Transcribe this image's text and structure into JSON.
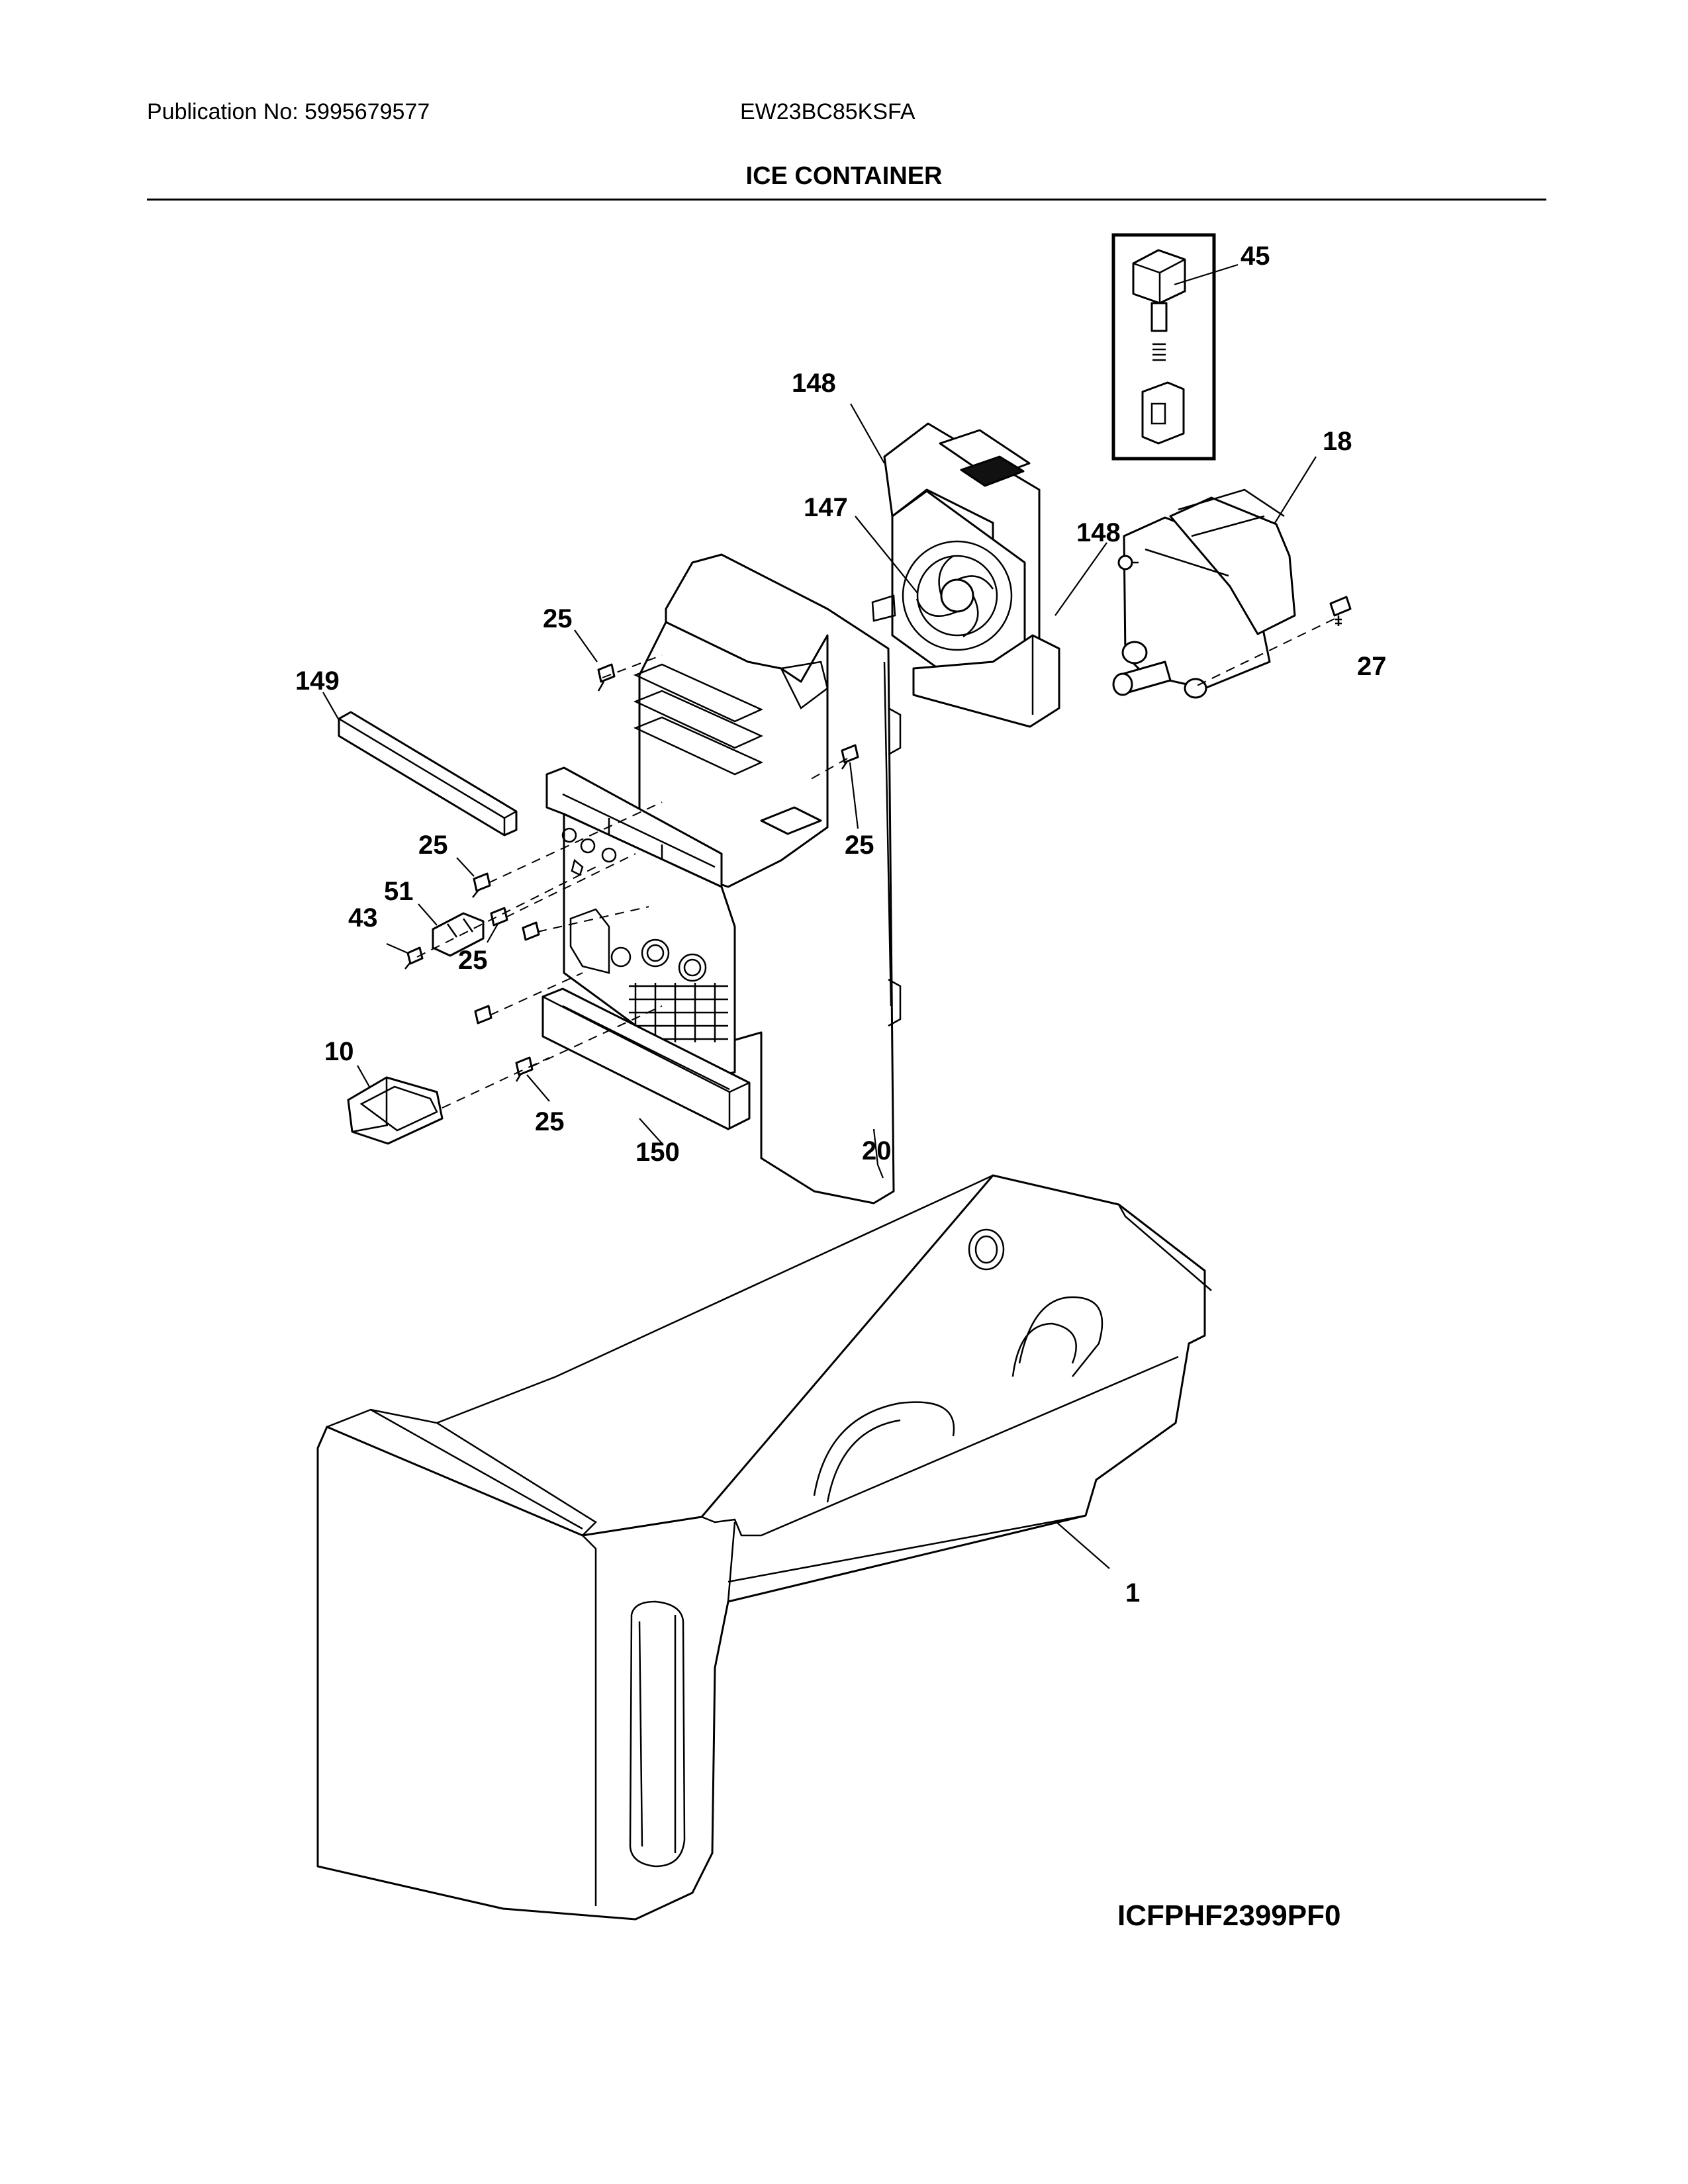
{
  "header": {
    "publication": "Publication No: 5995679577",
    "model": "EW23BC85KSFA",
    "title": "ICE CONTAINER"
  },
  "diagram_code": "ICFPHF2399PF0",
  "callouts": {
    "c45": "45",
    "c148a": "148",
    "c18": "18",
    "c147": "147",
    "c148b": "148",
    "c25a": "25",
    "c27": "27",
    "c149": "149",
    "c25b": "25",
    "c25c": "25",
    "c51": "51",
    "c43": "43",
    "c25d": "25",
    "c10": "10",
    "c25e": "25",
    "c150": "150",
    "c20": "20",
    "c1": "1"
  }
}
